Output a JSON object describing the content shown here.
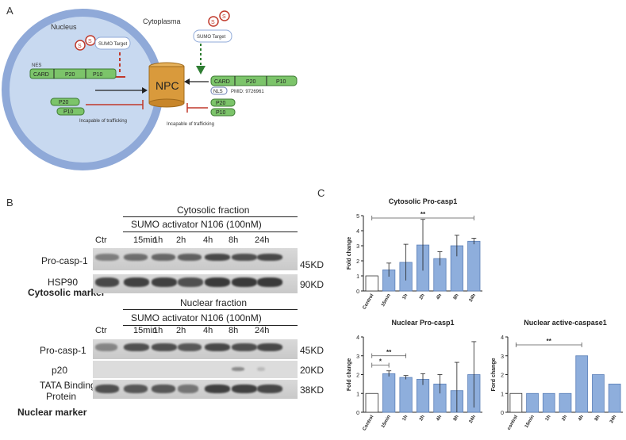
{
  "panels": {
    "a": "A",
    "b": "B",
    "c": "C"
  },
  "diagram": {
    "nucleus": "Nucleus",
    "cytoplasma": "Cytoplasma",
    "s": "S",
    "sumo_target": "SUMO Target",
    "nes": "NES",
    "nls": "NLS",
    "card": "CARD",
    "p20": "P20",
    "p10": "P10",
    "npc": "NPC",
    "pmid": "PMID: 9726961",
    "incapable": "Incapable of trafficking",
    "colors": {
      "cell_fill": "#c8d9f0",
      "membrane": "#8fa9d8",
      "green": "#7cc46a",
      "npc": "#d99a3c",
      "red": "#c0392b",
      "arrow_green": "#2e7d32"
    }
  },
  "blot": {
    "cyto_title": "Cytosolic fraction",
    "nuc_title": "Nuclear fraction",
    "treatment": "SUMO  activator N106 (100nM)",
    "ctr": "Ctr",
    "lanes": [
      "15min",
      "1h",
      "2h",
      "4h",
      "8h",
      "24h"
    ],
    "rows": {
      "pro_casp1": "Pro-casp-1",
      "hsp90": "HSP90",
      "cyto_marker": "Cytosolic marker",
      "p20": "p20",
      "tbp_line1": "TATA Binding",
      "tbp_line2": "Protein",
      "nuc_marker": "Nuclear marker"
    },
    "kd": {
      "k45": "45KD",
      "k90": "90KD",
      "k20": "20KD",
      "k38": "38KD"
    }
  },
  "chart_data": [
    {
      "type": "bar",
      "title": "Cytosolic Pro-casp1",
      "ylabel": "Fold change",
      "categories": [
        "Control",
        "15min",
        "1h",
        "2h",
        "4h",
        "8h",
        "24h"
      ],
      "values": [
        1.0,
        1.4,
        1.9,
        3.05,
        2.15,
        3.0,
        3.3
      ],
      "errors": [
        0,
        0.45,
        1.2,
        1.7,
        0.45,
        0.7,
        0.2
      ],
      "ylim": [
        0,
        5
      ],
      "yticks": [
        "0",
        "1",
        "2",
        "3",
        "4",
        "5"
      ],
      "significance": [
        {
          "label": "**",
          "from": "Control",
          "to": "24h"
        }
      ]
    },
    {
      "type": "bar",
      "title": "Nuclear Pro-casp1",
      "ylabel": "Fold change",
      "categories": [
        "Control",
        "15min",
        "1h",
        "2h",
        "4h",
        "8h",
        "24h"
      ],
      "values": [
        1.0,
        2.05,
        1.85,
        1.75,
        1.5,
        1.15,
        2.0
      ],
      "errors": [
        0,
        0.15,
        0.1,
        0.3,
        0.5,
        1.5,
        1.75
      ],
      "ylim": [
        0,
        4
      ],
      "yticks": [
        "0",
        "1",
        "2",
        "3",
        "4"
      ],
      "significance": [
        {
          "label": "*",
          "from": "Control",
          "to": "15min"
        },
        {
          "label": "**",
          "from": "Control",
          "to": "1h"
        }
      ]
    },
    {
      "type": "bar",
      "title": "Nuclear active-caspase1",
      "ylabel": "Ford change",
      "categories": [
        "control",
        "15min",
        "1h",
        "2h",
        "4h",
        "8h",
        "24h"
      ],
      "values": [
        1.0,
        1.0,
        1.0,
        1.0,
        3.0,
        2.0,
        1.5
      ],
      "errors": [
        0,
        0,
        0,
        0,
        0,
        0,
        0
      ],
      "ylim": [
        0,
        4
      ],
      "yticks": [
        "0",
        "1",
        "2",
        "3",
        "4"
      ],
      "significance": [
        {
          "label": "**",
          "from": "control",
          "to": "4h"
        }
      ]
    }
  ]
}
